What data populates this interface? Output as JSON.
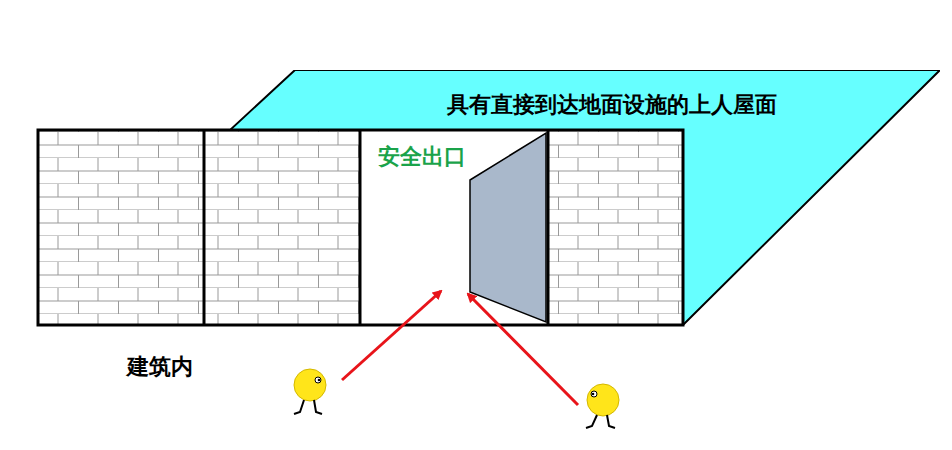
{
  "diagram": {
    "nodes": [
      {
        "text": [
          "具有直接到达地面设施的上人屋面"
        ]
      },
      {
        "text": [
          "安全出口"
        ]
      }
    ],
    "labels": [
      "建筑内"
    ]
  }
}
